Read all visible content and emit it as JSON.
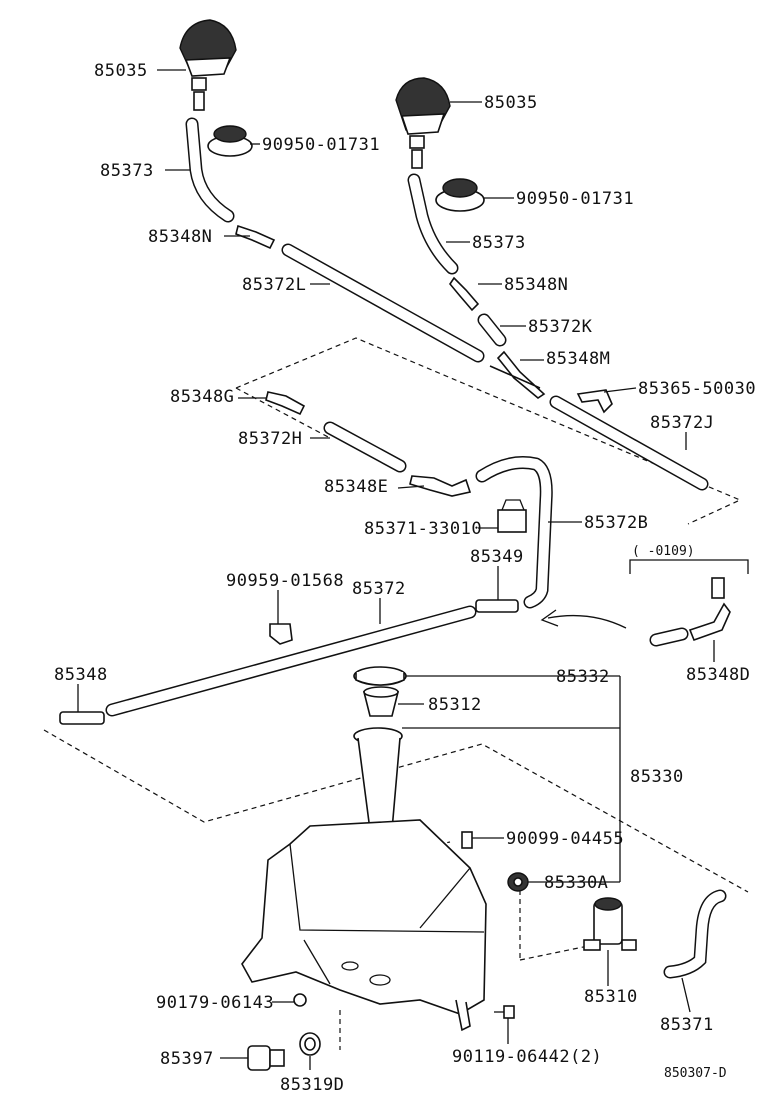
{
  "diagram": {
    "labels": {
      "nozzle_left": "85035",
      "nozzle_right": "85035",
      "hole_plug_left": "90950-01731",
      "hole_plug_right": "90950-01731",
      "hose_left": "85373",
      "hose_right": "85373",
      "joint_n_left": "85348N",
      "joint_n_right": "85348N",
      "hose_l": "85372L",
      "hose_k": "85372K",
      "joint_m": "85348M",
      "clamp_50030": "85365-50030",
      "joint_g": "85348G",
      "hose_j": "85372J",
      "hose_h": "85372H",
      "joint_e": "85348E",
      "hose_b": "85372B",
      "clip_33010": "85371-33010",
      "joint_85349": "85349",
      "clamp_01568": "90959-01568",
      "hose_85372": "85372",
      "joint_85348": "85348",
      "date_range": "(     -0109)",
      "joint_d": "85348D",
      "cap": "85332",
      "strainer": "85312",
      "tank_assy": "85330",
      "bolt_04455": "90099-04455",
      "grommet": "85330A",
      "bolt_06143": "90179-06143",
      "pump": "85310",
      "hose_85371": "85371",
      "sensor": "85397",
      "gasket": "85319D",
      "bolt_06442": "90119-06442(2)",
      "ref_code": "850307-D"
    }
  }
}
